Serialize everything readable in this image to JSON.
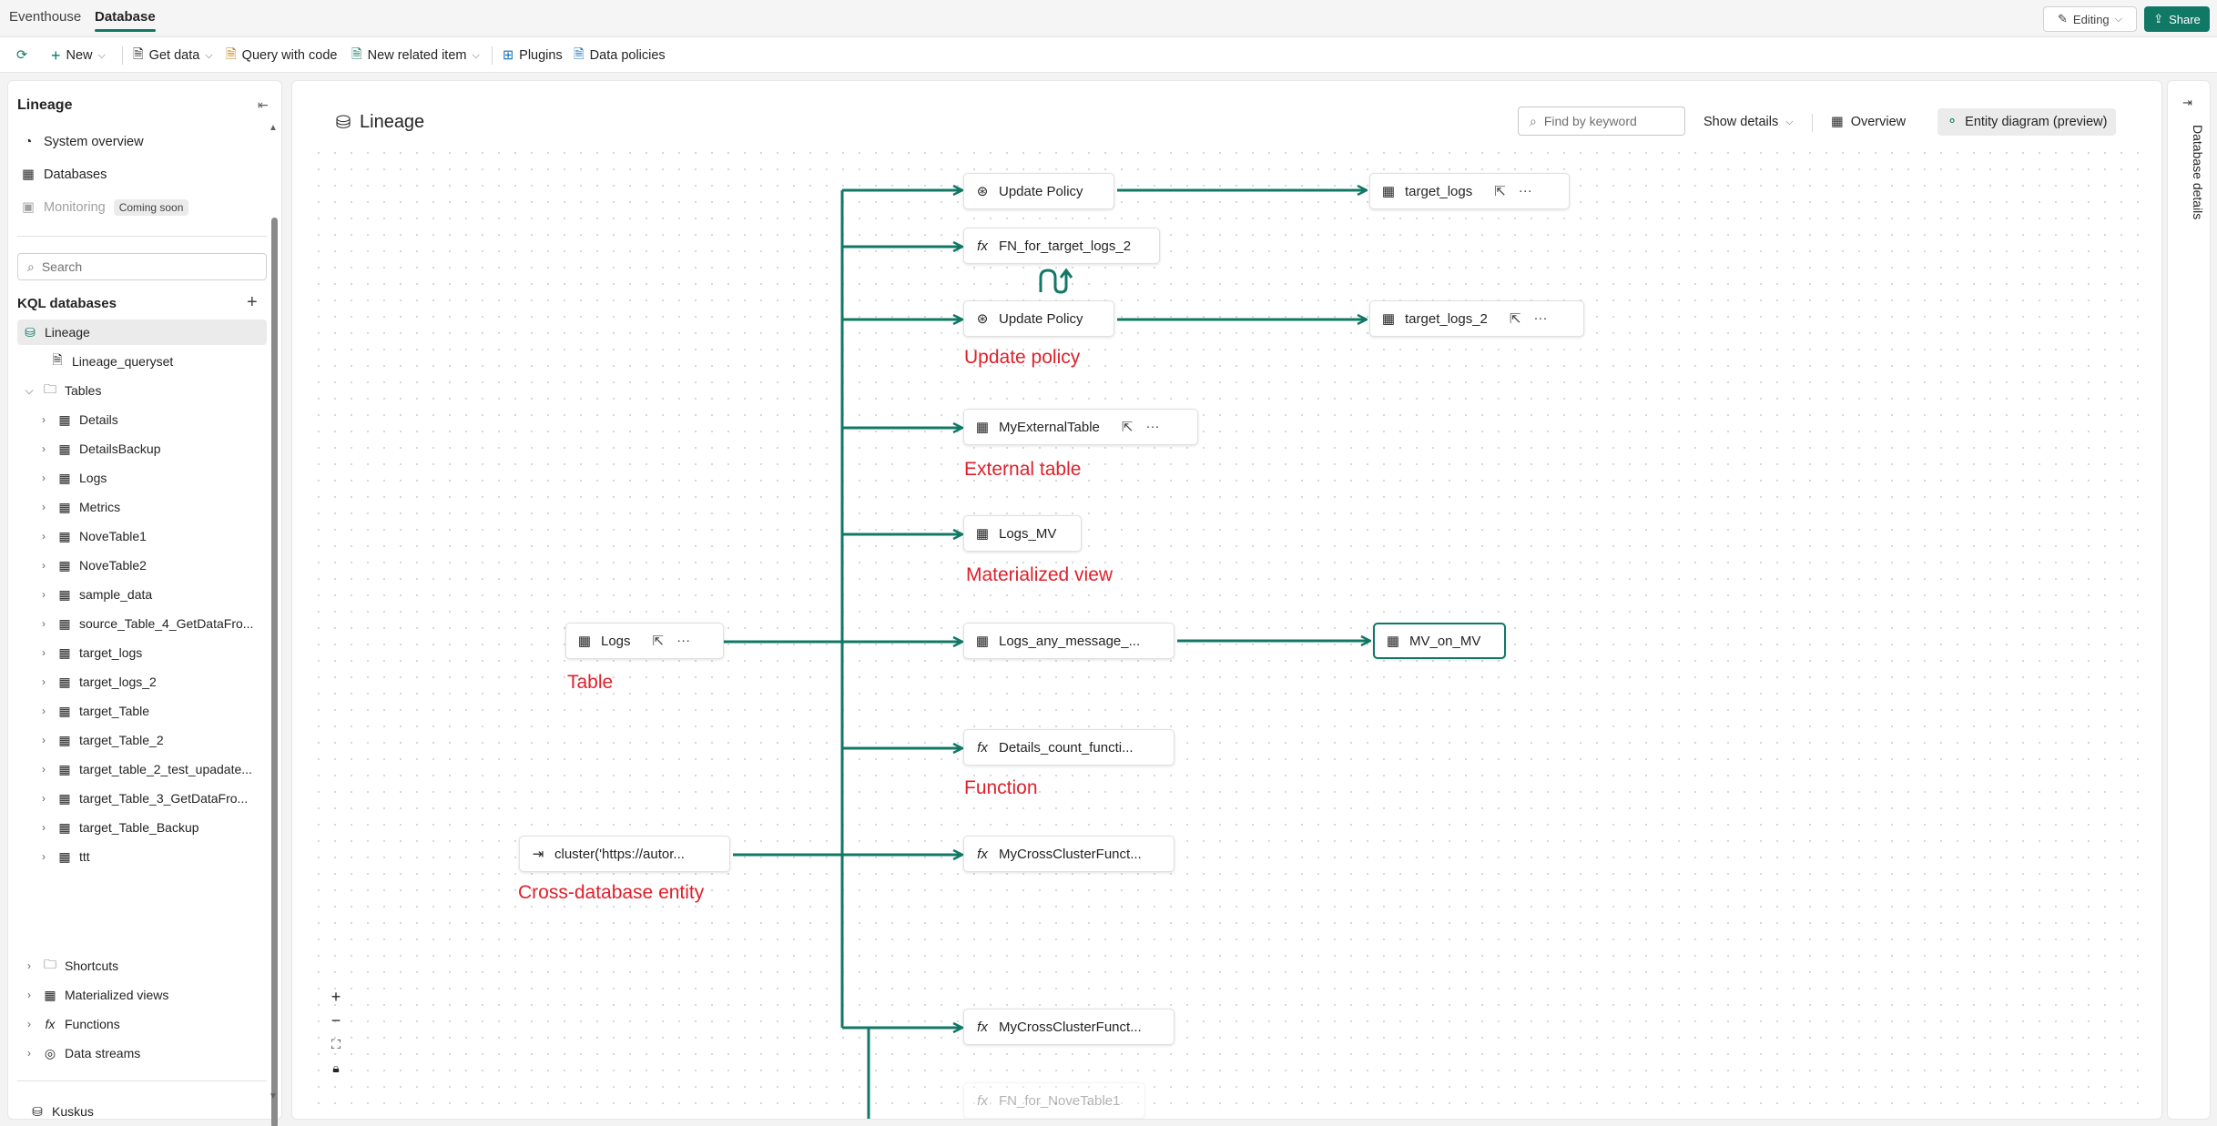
{
  "top_tabs": [
    "Eventhouse",
    "Database"
  ],
  "editing_label": "Editing",
  "share_label": "Share",
  "toolbar": {
    "new": "New",
    "get_data": "Get data",
    "query_with_code": "Query with code",
    "new_related_item": "New related item",
    "plugins": "Plugins",
    "data_policies": "Data policies"
  },
  "sidebar": {
    "title": "Lineage",
    "nav": [
      "System overview",
      "Databases",
      "Monitoring"
    ],
    "coming_soon": "Coming soon",
    "search_placeholder": "Search",
    "section": "KQL databases",
    "db_selected": "Lineage",
    "queryset": "Lineage_queryset",
    "tables_folder": "Tables",
    "tables": [
      "Details",
      "DetailsBackup",
      "Logs",
      "Metrics",
      "NoveTable1",
      "NoveTable2",
      "sample_data",
      "source_Table_4_GetDataFro...",
      "target_logs",
      "target_logs_2",
      "target_Table",
      "target_Table_2",
      "target_table_2_test_upadate...",
      "target_Table_3_GetDataFro...",
      "target_Table_Backup",
      "ttt"
    ],
    "folders": [
      "Shortcuts",
      "Materialized views",
      "Functions",
      "Data streams"
    ],
    "bottom_item": "Kuskus"
  },
  "main": {
    "title": "Lineage",
    "find_placeholder": "Find by keyword",
    "show_details": "Show details",
    "overview": "Overview",
    "entity_diagram": "Entity diagram (preview)"
  },
  "nodes": {
    "update_policy_1": "Update Policy",
    "target_logs": "target_logs",
    "fn_target_logs_2": "FN_for_target_logs_2",
    "update_policy_2": "Update Policy",
    "target_logs_2": "target_logs_2",
    "my_external_table": "MyExternalTable",
    "logs_mv": "Logs_MV",
    "logs": "Logs",
    "logs_any_message": "Logs_any_message_...",
    "mv_on_mv": "MV_on_MV",
    "details_count": "Details_count_functi...",
    "cluster": "cluster('https://autor...",
    "cross_cluster_1": "MyCrossClusterFunct...",
    "cross_cluster_2": "MyCrossClusterFunct...",
    "fn_novetable": "FN_for_NoveTable1"
  },
  "annotations": {
    "update_policy": "Update policy",
    "external_table": "External table",
    "materialized_view": "Materialized view",
    "table": "Table",
    "function": "Function",
    "cross_database": "Cross-database entity"
  },
  "right_panel_label": "Database details",
  "colors": {
    "accent": "#117865",
    "annotation": "#e0202b"
  }
}
